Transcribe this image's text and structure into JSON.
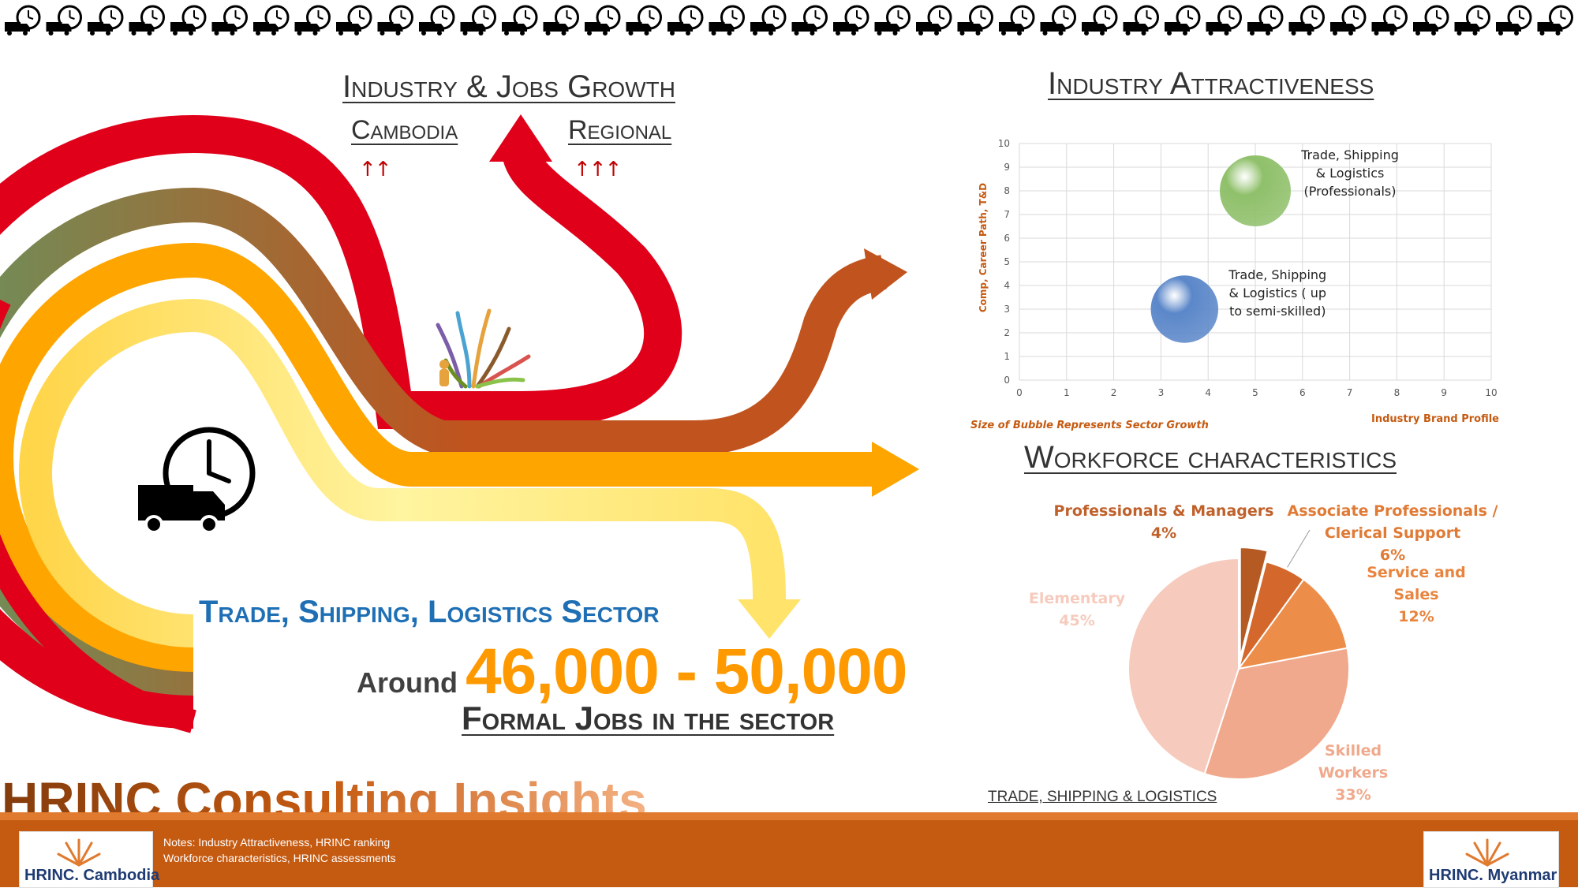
{
  "growth": {
    "title": "Industry & Jobs Growth",
    "cambodia_label": "Cambodia",
    "regional_label": "Regional",
    "cambodia_arrows": "↑↑",
    "regional_arrows": "↑↑↑"
  },
  "sector": {
    "name": "Trade, Shipping, Logistics Sector",
    "around": "Around",
    "jobs_range": "46,000 - 50,000",
    "formal_jobs": "Formal Jobs in the sector"
  },
  "brand": {
    "insights_title": "HRINC Consulting Insights",
    "insights_colors": [
      "#843c0c",
      "#c55a11",
      "#f4b183"
    ]
  },
  "footer": {
    "notes_line1": "Notes: Industry Attractiveness, HRINC ranking",
    "notes_line2": "Workforce characteristics, HRINC assessments",
    "logo_left_hr": "HRINC.",
    "logo_left_country": "Cambodia",
    "logo_right_hr": "HRINC.",
    "logo_right_country": "Myanmar"
  },
  "attractiveness": {
    "title": "Industry Attractiveness"
  },
  "workforce": {
    "title": "Workforce characteristics",
    "chart_caption": "TRADE, SHIPPING & LOGISTICS"
  },
  "icons": [
    "truck-icon",
    "clock-icon",
    "walking-person-icon",
    "branching-arrows-icon"
  ],
  "chart_data": [
    {
      "type": "scatter",
      "subtype": "bubble",
      "ylabel": "Comp, Career Path, T&D",
      "xlabel": "Industry Brand Profile",
      "note": "Size of Bubble Represents Sector Growth",
      "xlim": [
        0,
        10
      ],
      "ylim": [
        0,
        10
      ],
      "xticks": [
        "0",
        "1",
        "2",
        "3",
        "4",
        "5",
        "6",
        "7",
        "8",
        "9",
        "10"
      ],
      "yticks": [
        "0",
        "1",
        "2",
        "3",
        "4",
        "5",
        "6",
        "7",
        "8",
        "9",
        "10"
      ],
      "grid": true,
      "points": [
        {
          "x": 5,
          "y": 8,
          "size": 1.0,
          "color": "#8fc06a",
          "label_lines": [
            "Trade, Shipping",
            "& Logistics",
            "(Professionals)"
          ]
        },
        {
          "x": 3.5,
          "y": 3,
          "size": 0.95,
          "color": "#5b87c9",
          "label_lines": [
            "Trade, Shipping",
            "& Logistics ( up",
            "to semi-skilled)"
          ]
        }
      ]
    },
    {
      "type": "pie",
      "title": "TRADE, SHIPPING & LOGISTICS",
      "slices": [
        {
          "label_lines": [
            "Professionals & Managers",
            "4%"
          ],
          "value": 4,
          "color": "#b55a22",
          "label_color": "#c0602a",
          "exploded": true
        },
        {
          "label_lines": [
            "Associate Professionals /",
            "Clerical Support",
            "6%"
          ],
          "value": 6,
          "color": "#d4682c",
          "label_color": "#e07a35"
        },
        {
          "label_lines": [
            "Service and",
            "Sales",
            "12%"
          ],
          "value": 12,
          "color": "#ed8d4a",
          "label_color": "#e8843e"
        },
        {
          "label_lines": [
            "Skilled",
            "Workers",
            "33%"
          ],
          "value": 33,
          "color": "#f0a98c",
          "label_color": "#f0a98c"
        },
        {
          "label_lines": [
            "Elementary",
            "45%"
          ],
          "value": 45,
          "color": "#f6cbbd",
          "label_color": "#f6cbbd"
        }
      ]
    }
  ]
}
